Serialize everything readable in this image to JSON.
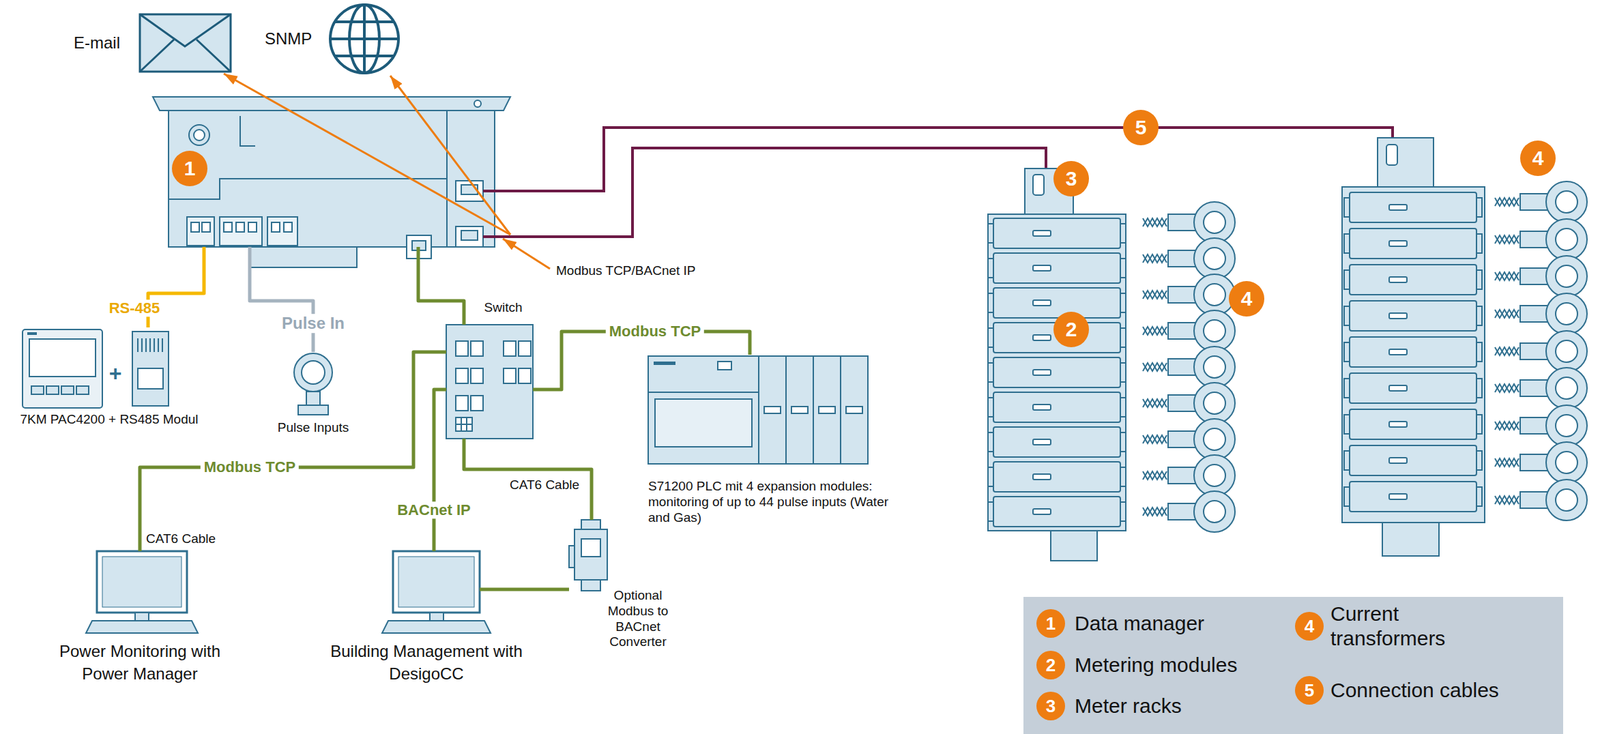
{
  "diagram": {
    "nodes": [
      {
        "text": [
          "E-mail"
        ]
      },
      {
        "text": [
          "SNMP"
        ]
      },
      {
        "text": [
          "1"
        ]
      },
      {
        "text": [
          "7KM PAC4200 + RS485 Modul"
        ]
      },
      {
        "text": [
          "Pulse Inputs"
        ]
      },
      {
        "text": [
          "Switch"
        ]
      },
      {
        "text": [
          "S71200 PLC mit 4 expansion modules: monitoring of up to 44 pulse inputs (Water and Gas)"
        ]
      },
      {
        "text": [
          "Power Monitoring with Power Manager"
        ]
      },
      {
        "text": [
          "Building Management with DesigoCC"
        ]
      },
      {
        "text": [
          "Optional Modbus to BACnet Converter"
        ]
      }
    ],
    "edges": [
      {
        "from": 2,
        "to": 0,
        "arrow": "to"
      },
      {
        "from": 2,
        "to": 1,
        "arrow": "to"
      },
      {
        "from": 2,
        "to": 3,
        "label": "RS-485",
        "arrow": "none"
      },
      {
        "from": 2,
        "to": 4,
        "label": "Pulse In",
        "arrow": "none"
      },
      {
        "from": 2,
        "to": 5,
        "arrow": "none"
      },
      {
        "from": 5,
        "to": 6,
        "label": "Modbus TCP",
        "arrow": "none"
      },
      {
        "from": 5,
        "to": 7,
        "label": "Modbus TCP",
        "arrow": "none"
      },
      {
        "from": 5,
        "to": 8,
        "label": "BACnet IP",
        "arrow": "none"
      },
      {
        "from": 5,
        "to": 9,
        "label": "CAT6 Cable",
        "arrow": "none"
      },
      {
        "from": 9,
        "to": 8,
        "arrow": "none"
      }
    ],
    "labels": [
      "Modbus TCP/BACnet IP",
      "+",
      "CAT6 Cable",
      "5",
      "3",
      "4",
      "2",
      "4",
      "1",
      "2",
      "3",
      "4",
      "5"
    ],
    "legend": [
      {
        "text": "Data manager"
      },
      {
        "text": "Metering modules"
      },
      {
        "text": "Meter racks"
      },
      {
        "text": "Current transformers"
      },
      {
        "text": "Connection cables"
      }
    ]
  }
}
